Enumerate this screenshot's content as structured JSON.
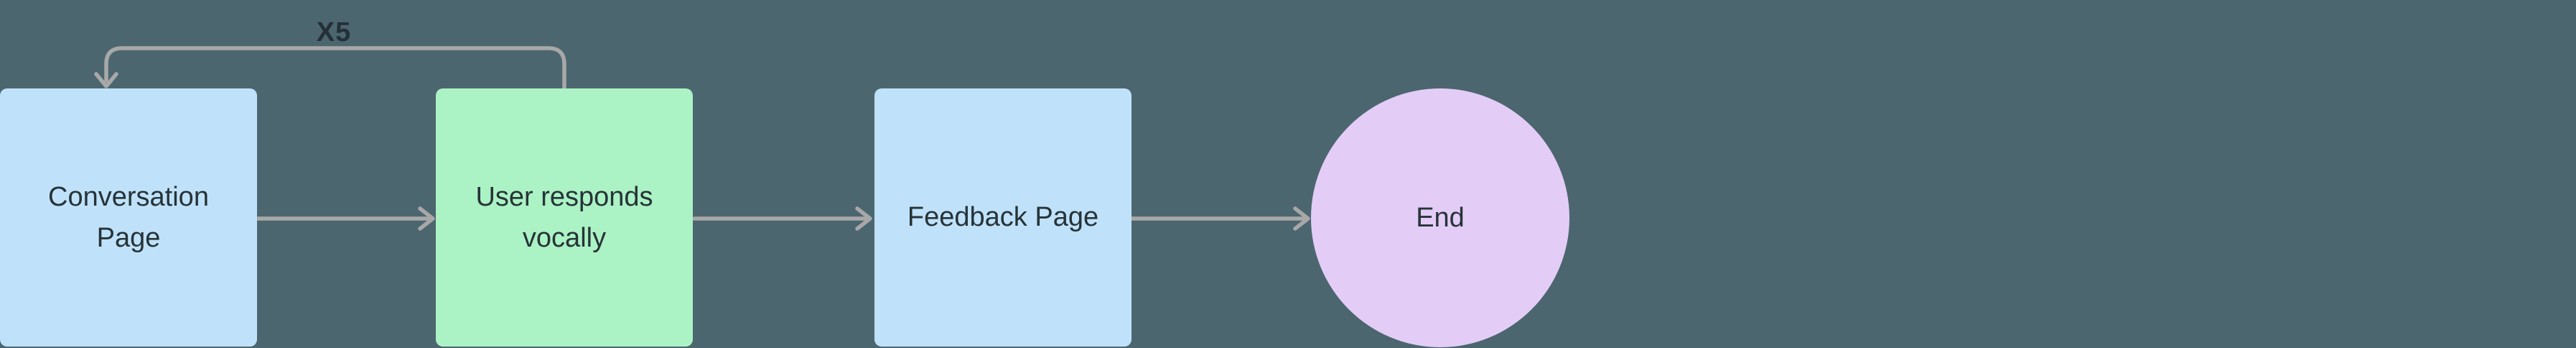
{
  "diagram": {
    "type": "flowchart",
    "nodes": [
      {
        "id": "conversation-page",
        "label": "Conversation Page",
        "shape": "rectangle",
        "fill": "#bfe2fa"
      },
      {
        "id": "user-responds-vocally",
        "label": "User responds vocally",
        "shape": "rectangle",
        "fill": "#abf2c4"
      },
      {
        "id": "feedback-page",
        "label": "Feedback Page",
        "shape": "rectangle",
        "fill": "#bfe2fa"
      },
      {
        "id": "end",
        "label": "End",
        "shape": "circle",
        "fill": "#e3cdf6"
      }
    ],
    "edges": [
      {
        "from": "conversation-page",
        "to": "user-responds-vocally",
        "type": "arrow",
        "label": ""
      },
      {
        "from": "user-responds-vocally",
        "to": "feedback-page",
        "type": "arrow",
        "label": ""
      },
      {
        "from": "feedback-page",
        "to": "end",
        "type": "arrow",
        "label": ""
      },
      {
        "from": "user-responds-vocally",
        "to": "conversation-page",
        "type": "loop-back",
        "label": "X5"
      }
    ]
  },
  "colors": {
    "bg": "#4c6670",
    "node-blue": "#bfe2fa",
    "node-green": "#abf2c4",
    "node-purple": "#e3cdf6",
    "edge": "#a8a8a8",
    "text": "#273338",
    "label": "#243037"
  }
}
